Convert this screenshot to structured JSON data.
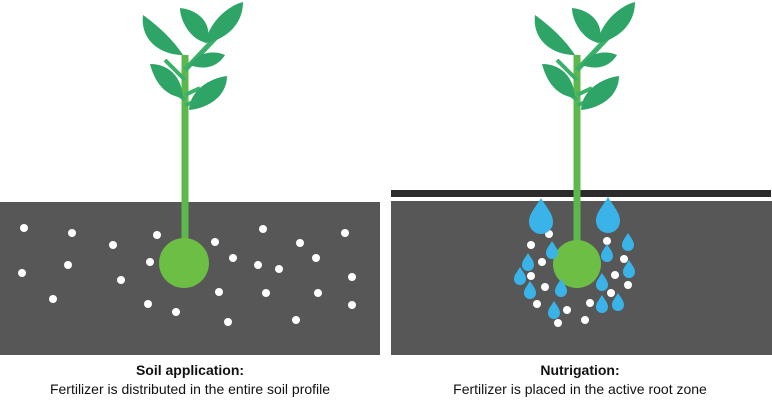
{
  "panels": [
    {
      "title": "Soil application:",
      "description": "Fertilizer is distributed in the entire soil profile"
    },
    {
      "title": "Nutrigation:",
      "description": "Fertilizer is placed in the active root zone"
    }
  ],
  "colors": {
    "soil": "#575757",
    "stem": "#5cb84a",
    "root": "#6dbe45",
    "leaf": "#2ea566",
    "drop": "#3ab4e8",
    "pipe": "#2b2b2b",
    "particle": "#ffffff"
  }
}
